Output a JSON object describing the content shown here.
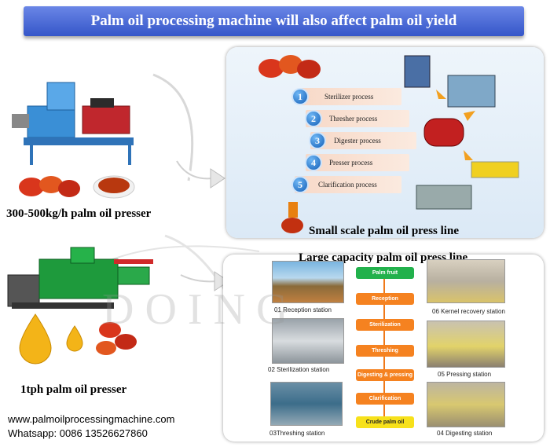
{
  "banner": {
    "title": "Palm oil processing machine will also affect palm oil yield"
  },
  "left": {
    "machine1_caption": "300-500kg/h palm oil presser",
    "machine2_caption": "1tph palm oil presser"
  },
  "small_line": {
    "caption": "Small scale palm oil press line",
    "steps": [
      {
        "num": "1",
        "label": "Sterilizer process"
      },
      {
        "num": "2",
        "label": "Thresher process"
      },
      {
        "num": "3",
        "label": "Digester process"
      },
      {
        "num": "4",
        "label": "Presser process"
      },
      {
        "num": "5",
        "label": "Clarification process"
      }
    ]
  },
  "large_line": {
    "caption": "Large capacity palm oil press line",
    "flow": [
      "Palm fruit",
      "Reception",
      "Sterilization",
      "Threshing",
      "Digesting & pressing",
      "Clarification",
      "Crude palm oil"
    ],
    "stations": {
      "s01": "01 Reception station",
      "s02": "02 Sterilization station",
      "s03": "03Threshing station",
      "s04": "04 Digesting station",
      "s05": "05 Pressing station",
      "s06": "06 Kernel recovery station"
    }
  },
  "watermark": "DOING",
  "footer": {
    "website": "www.palmoilprocessingmachine.com",
    "whatsapp": "Whatsapp: 0086 13526627860"
  },
  "colors": {
    "banner": "#3556c9",
    "step_circle": "#1560b8",
    "flow_green": "#22b14c",
    "flow_orange": "#f58220",
    "flow_yellow": "#f7e11b"
  }
}
